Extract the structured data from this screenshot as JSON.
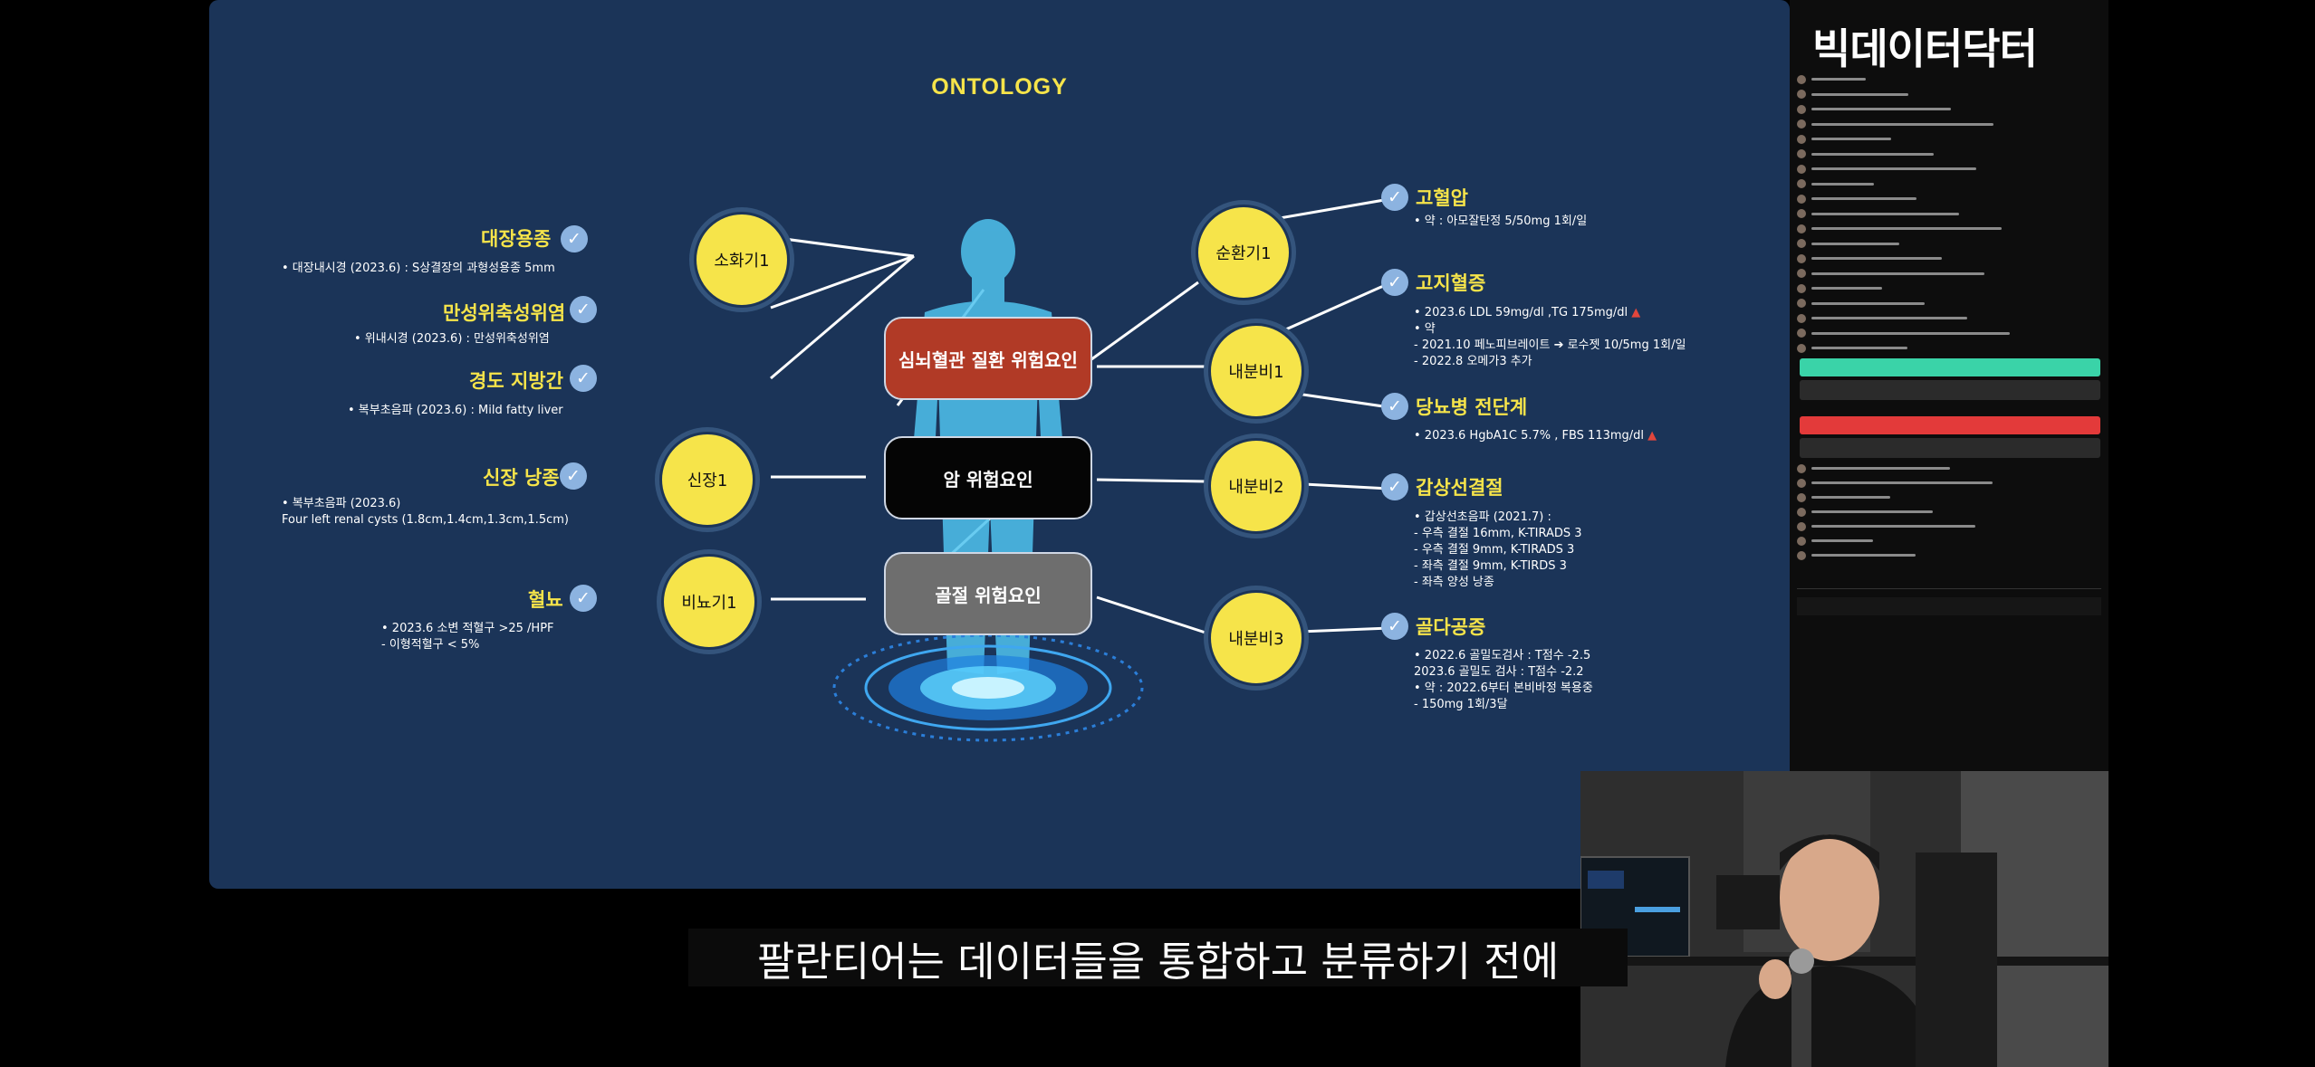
{
  "slide": {
    "title": "ONTOLOGY",
    "hubs": {
      "cardio": "심뇌혈관 질환 위험요인",
      "cancer": "암 위험요인",
      "fracture": "골절 위험요인"
    },
    "nodes": {
      "digestive": "소화기1",
      "kidney": "신장1",
      "urinary": "비뇨기1",
      "circulatory": "순환기1",
      "endocrine1": "내분비1",
      "endocrine2": "내분비2",
      "endocrine3": "내분비3"
    },
    "findings": {
      "colon_polyp": {
        "label": "대장용종",
        "details": [
          "•  대장내시경 (2023.6) : S상결장의 과형성용종 5mm"
        ]
      },
      "gastritis": {
        "label": "만성위축성위염",
        "details": [
          "•  위내시경 (2023.6) : 만성위축성위염"
        ]
      },
      "fatty_liver": {
        "label": "경도 지방간",
        "details": [
          "•  복부초음파 (2023.6) : Mild fatty liver"
        ]
      },
      "renal_cyst": {
        "label": "신장 낭종",
        "details": [
          "•  복부초음파 (2023.6)",
          "Four left renal cysts (1.8cm,1.4cm,1.3cm,1.5cm)"
        ]
      },
      "hematuria": {
        "label": "혈뇨",
        "details": [
          "•  2023.6 소변 적혈구 >25 /HPF",
          "- 이형적혈구 < 5%"
        ]
      },
      "hypertension": {
        "label": "고혈압",
        "details": [
          "•  약 : 아모잘탄정 5/50mg 1회/일"
        ]
      },
      "dyslipidemia": {
        "label": "고지혈증",
        "details": [
          "•  2023.6 LDL 59mg/dl ,TG 175mg/dl",
          "•  약",
          "-  2021.10 페노피브레이트 ➔ 로수젯 10/5mg 1회/일",
          "-  2022.8 오메가3 추가"
        ]
      },
      "prediabetes": {
        "label": "당뇨병 전단계",
        "details": [
          "•  2023.6 HgbA1C 5.7% , FBS 113mg/dl"
        ]
      },
      "thyroid_nodule": {
        "label": "갑상선결절",
        "details": [
          "•  갑상선초음파 (2021.7) :",
          "-  우측 결절 16mm, K-TIRADS 3",
          "-  우측 결절 9mm, K-TIRADS 3",
          "-  좌측 결절 9mm, K-TIRDS 3",
          "-  좌측 양성 낭종"
        ]
      },
      "osteopenia": {
        "label": "골다공증",
        "details": [
          "•  2022.6 골밀도검사 : T점수 -2.5",
          "    2023.6 골밀도 검사 : T점수 -2.2",
          "•  약 : 2022.6부터 본비바정 복용중",
          "-  150mg 1회/3달"
        ]
      }
    },
    "warning_icon": "▲",
    "check_icon": "✓"
  },
  "chat": {
    "brand": "빅데이터닥터"
  },
  "caption": "팔란티어는 데이터들을 통합하고 분류하기 전에",
  "colors": {
    "slide_bg": "#1b3458",
    "accent_yellow": "#f6e44a",
    "hub_red": "#b13a26",
    "hub_gray": "#6e6e6e",
    "check_blue": "#8cb3e0"
  }
}
